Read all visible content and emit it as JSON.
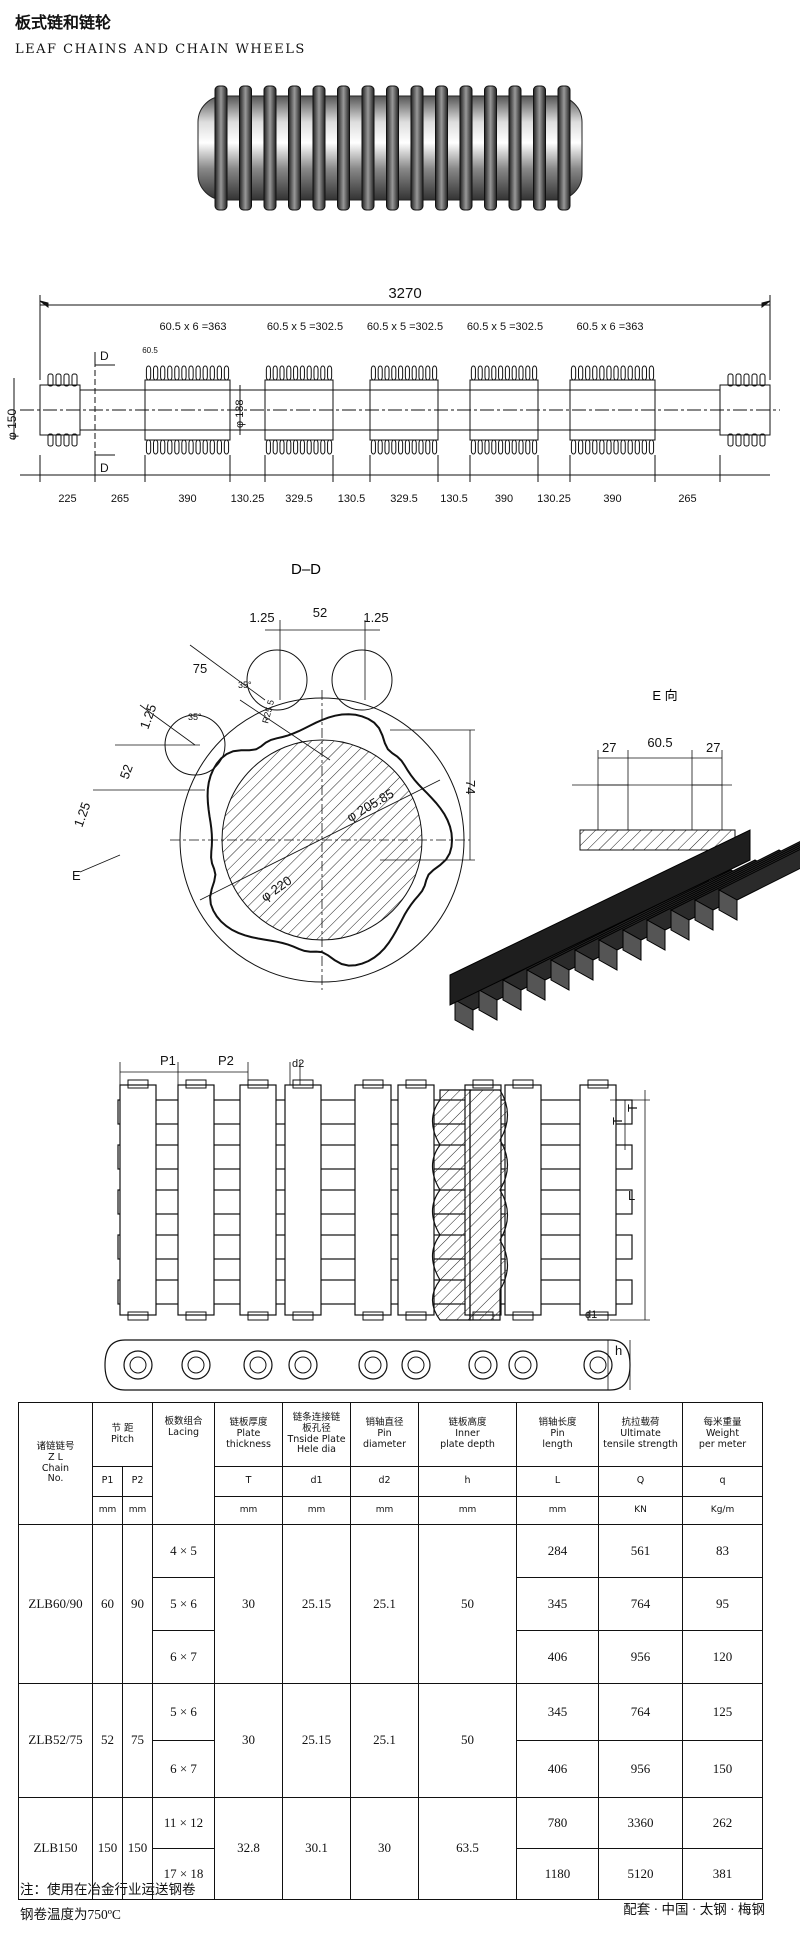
{
  "title_cn": "板式链和链轮",
  "title_en": "LEAF CHAINS AND CHAIN WHEELS",
  "shaft": {
    "total": "3270",
    "seg_labels": [
      "60.5 x 6 =363",
      "60.5 x 5 =302.5",
      "60.5 x 5 =302.5",
      "60.5 x 5 =302.5",
      "60.5 x 6 =363"
    ],
    "small_pitch": "60.5",
    "section_mark": "D",
    "dia_left": "φ 150",
    "dia_inner": "φ 138",
    "bottom_dims": [
      "225",
      "265",
      "390",
      "130.25",
      "329.5",
      "130.5",
      "329.5",
      "130.5",
      "390",
      "130.25",
      "390",
      "265"
    ]
  },
  "section": {
    "title": "D–D",
    "dims": [
      "1.25",
      "52",
      "1.25",
      "75",
      "1.25",
      "52",
      "1.25",
      "74"
    ],
    "angles": [
      "35°",
      "35°"
    ],
    "radius": "R25.5",
    "pitch_dia": "φ 205.85",
    "outer_dia": "φ 220",
    "view_arrow": "E"
  },
  "e_view": {
    "title": "E 向",
    "dims": [
      "27",
      "60.5",
      "27"
    ]
  },
  "chain": {
    "labels": [
      "P1",
      "P2",
      "d2",
      "T",
      "T",
      "L",
      "d1",
      "h"
    ]
  },
  "table": {
    "head": {
      "chain_no": [
        "诸链链号",
        "Z L",
        "Chain",
        "No."
      ],
      "pitch": [
        "节  距",
        "Pitch"
      ],
      "p1": "P1",
      "p2": "P2",
      "lacing": [
        "板数组合",
        "Lacing"
      ],
      "thickness": [
        "链板厚度",
        "Plate",
        "thickness"
      ],
      "hole": [
        "链条连接链",
        "板孔径",
        "Tnside Plate",
        "Hele dia"
      ],
      "pin": [
        "销轴直径",
        "Pin",
        "diameter"
      ],
      "depth": [
        "链板高度",
        "Inner",
        "plate depth"
      ],
      "length": [
        "销轴长度",
        "Pin",
        "length"
      ],
      "strength": [
        "抗拉载荷",
        "Ultimate",
        "tensile strength"
      ],
      "weight": [
        "每米重量",
        "Weight",
        "per meter"
      ],
      "symbols": [
        "T",
        "d1",
        "d2",
        "h",
        "L",
        "Q",
        "q"
      ],
      "units": [
        "mm",
        "mm",
        "mm",
        "mm",
        "mm",
        "mm",
        "mm",
        "KN",
        "Kg/m"
      ]
    },
    "groups": [
      {
        "model": "ZLB60/90",
        "p1": "60",
        "p2": "90",
        "T": "30",
        "d1": "25.15",
        "d2": "25.1",
        "h": "50",
        "rows": [
          {
            "lacing": "4 × 5",
            "L": "284",
            "Q": "561",
            "q": "83"
          },
          {
            "lacing": "5 × 6",
            "L": "345",
            "Q": "764",
            "q": "95"
          },
          {
            "lacing": "6 × 7",
            "L": "406",
            "Q": "956",
            "q": "120"
          }
        ]
      },
      {
        "model": "ZLB52/75",
        "p1": "52",
        "p2": "75",
        "T": "30",
        "d1": "25.15",
        "d2": "25.1",
        "h": "50",
        "rows": [
          {
            "lacing": "5 × 6",
            "L": "345",
            "Q": "764",
            "q": "125"
          },
          {
            "lacing": "6 × 7",
            "L": "406",
            "Q": "956",
            "q": "150"
          }
        ]
      },
      {
        "model": "ZLB150",
        "p1": "150",
        "p2": "150",
        "T": "32.8",
        "d1": "30.1",
        "d2": "30",
        "h": "63.5",
        "rows": [
          {
            "lacing": "11 × 12",
            "L": "780",
            "Q": "3360",
            "q": "262"
          },
          {
            "lacing": "17 × 18",
            "L": "1180",
            "Q": "5120",
            "q": "381"
          }
        ]
      }
    ]
  },
  "notes": [
    "注：使用在冶金行业运送钢卷",
    "钢卷温度为750ºC"
  ],
  "brand": "配套 · 中国 · 太钢 · 梅钢"
}
